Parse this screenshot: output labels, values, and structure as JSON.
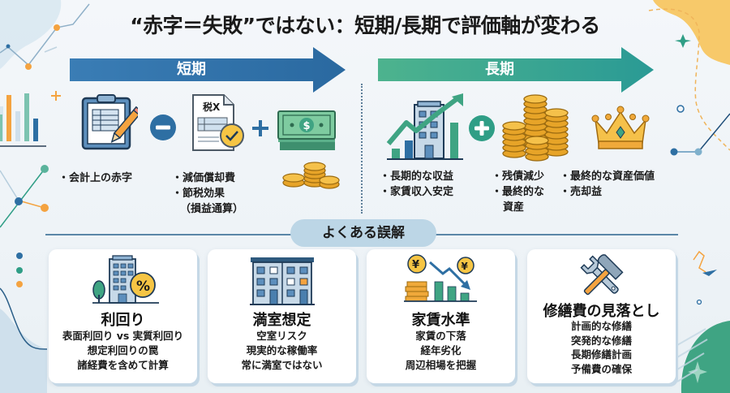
{
  "title": "“赤字＝失敗”ではない：短期/長期で評価軸が変わる",
  "short_term": {
    "arrow_label": "短期",
    "color": "#2e6fa3",
    "operator_minus": "−",
    "operator_plus": "+",
    "col1": {
      "icon": "clipboard-pencil-icon",
      "bullets": [
        "会計上の赤字"
      ]
    },
    "col2": {
      "icon": "tax-document-check-icon",
      "icon_text": "税X",
      "bullets": [
        "減価償却費",
        "節税効果"
      ],
      "note": "（損益通算）"
    },
    "col3": {
      "icon": "cash-and-coins-icon",
      "currency_symbol": "$"
    }
  },
  "long_term": {
    "arrow_label": "長期",
    "color": "#2f9e86",
    "operator_plus": "+",
    "col1": {
      "icon": "building-growth-chart-icon",
      "bullets": [
        "長期的な収益",
        "家賃収入安定"
      ]
    },
    "col2": {
      "icon": "coin-stacks-icon",
      "bullets": [
        "残債減少",
        "最終的な"
      ],
      "continuation": "資産"
    },
    "col3": {
      "icon": "crown-icon",
      "bullets": [
        "最終的な資産価値",
        "売却益"
      ]
    }
  },
  "misconceptions": {
    "heading": "よくある誤解",
    "cards": [
      {
        "icon": "building-percent-icon",
        "icon_text": "%",
        "title": "利回り",
        "lines": [
          "表面利回り vs 実質利回り",
          "想定利回りの罠",
          "諸経費を含めて計算"
        ]
      },
      {
        "icon": "apartment-building-icon",
        "title": "満室想定",
        "lines": [
          "空室リスク",
          "現実的な稼働率",
          "常に満室ではない"
        ]
      },
      {
        "icon": "yen-decline-chart-icon",
        "icon_text": "¥",
        "title": "家賃水準",
        "lines": [
          "家賃の下落",
          "経年劣化",
          "周辺相場を把握"
        ]
      },
      {
        "icon": "hammer-wrench-icon",
        "title": "修繕費の見落とし",
        "lines": [
          "計画的な修繕",
          "突発的な修繕",
          "長期修繕計画",
          "予備費の確保"
        ]
      }
    ]
  },
  "colors": {
    "blue": "#2e6fa3",
    "green": "#2f9e86",
    "orange": "#f4a340",
    "gold": "#f2c94c"
  }
}
